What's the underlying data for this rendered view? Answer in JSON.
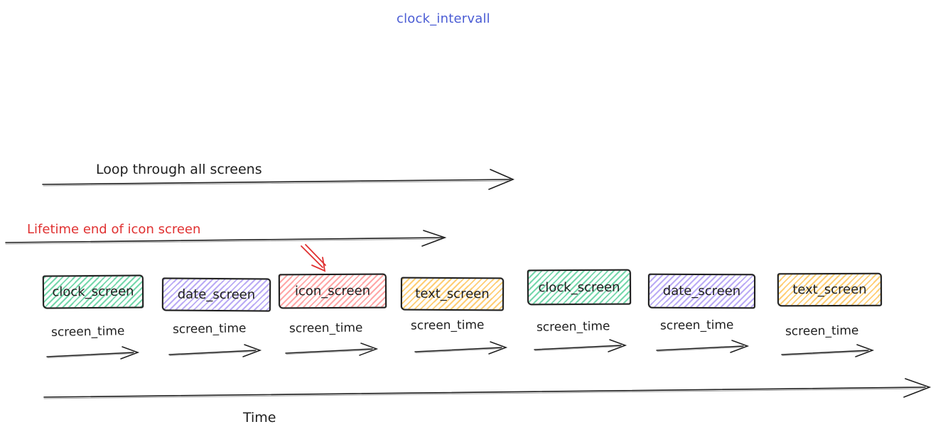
{
  "title": "clock_intervall",
  "annotations": {
    "loop_label": "Loop through all screens",
    "lifetime_label": "Lifetime end of icon screen",
    "lifetime_pointer_target": "icon_screen",
    "screen_time_label": "screen_time",
    "time_label": "Time"
  },
  "screens": [
    {
      "label": "clock_screen",
      "color_name": "green",
      "fill": "#66d3a3"
    },
    {
      "label": "date_screen",
      "color_name": "purple",
      "fill": "#b3a2f4"
    },
    {
      "label": "icon_screen",
      "color_name": "red",
      "fill": "#ff9d9d"
    },
    {
      "label": "text_screen",
      "color_name": "yellow",
      "fill": "#ffc966"
    },
    {
      "label": "clock_screen",
      "color_name": "green",
      "fill": "#66d3a3"
    },
    {
      "label": "date_screen",
      "color_name": "purple",
      "fill": "#b3a2f4"
    },
    {
      "label": "text_screen",
      "color_name": "yellow",
      "fill": "#ffc966"
    }
  ],
  "colors": {
    "title_blue": "#4a5cd4",
    "annotation_red": "#e03131",
    "stroke_dark": "#1e1e1e"
  }
}
